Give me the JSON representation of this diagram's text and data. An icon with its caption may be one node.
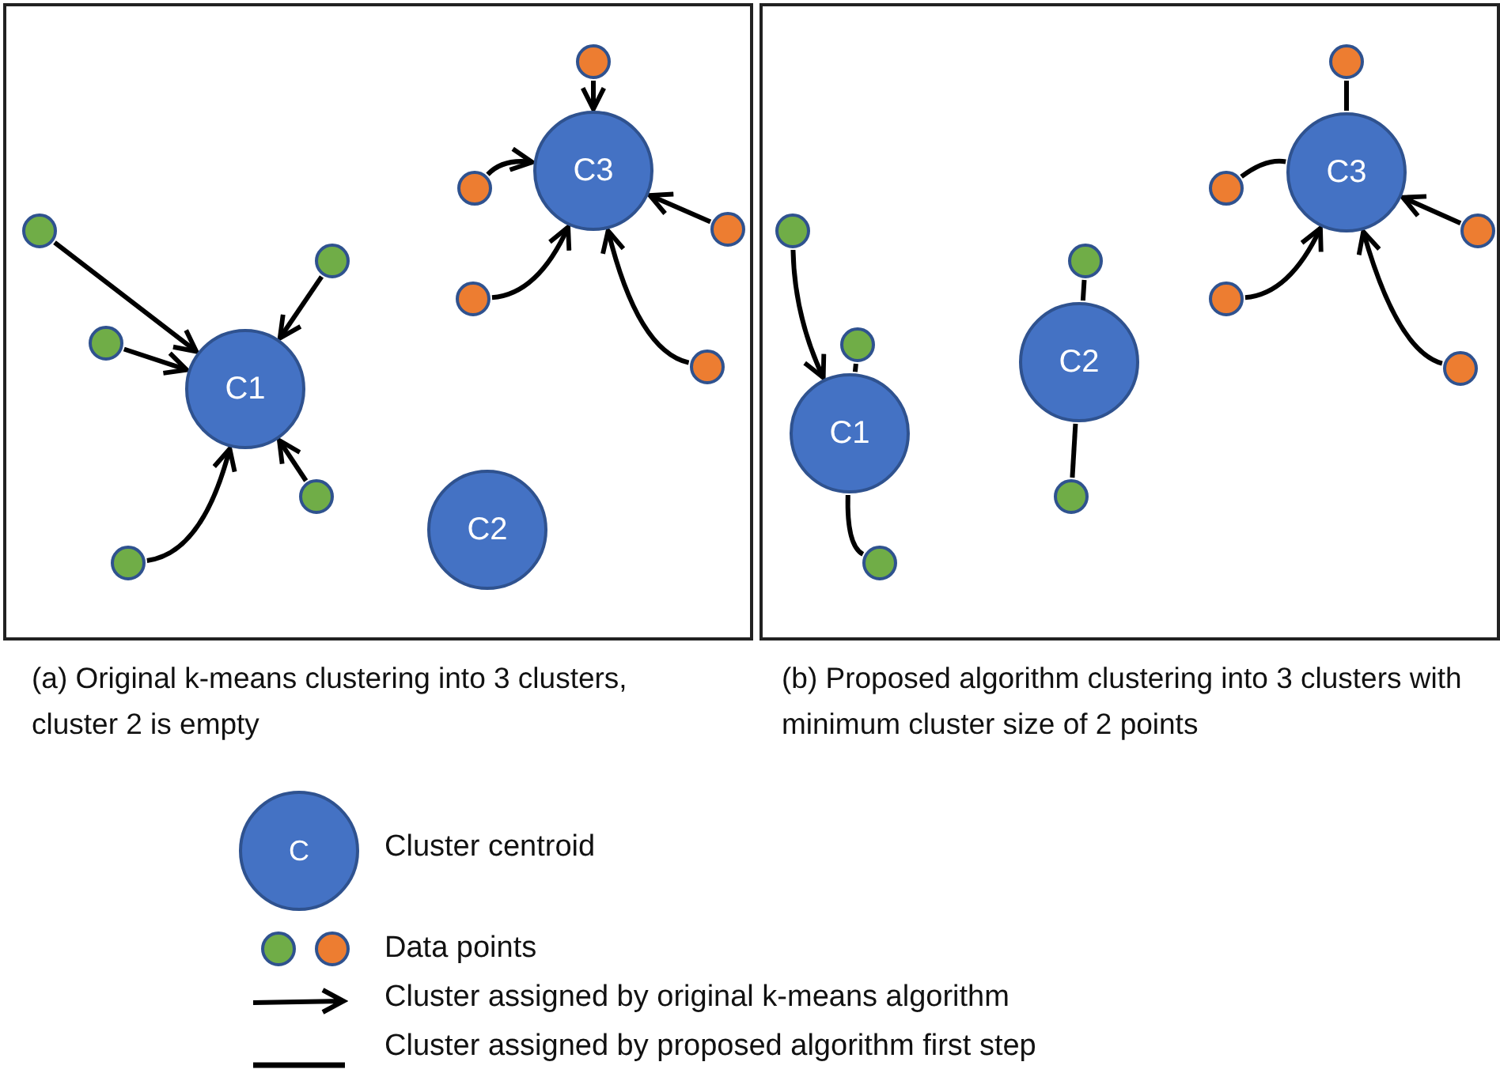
{
  "diagram": {
    "nodes": [
      {
        "text": [
          "(a) Original k-means clustering into 3 clusters, cluster 2 is empty"
        ]
      },
      {
        "text": [
          "C1"
        ],
        "in": 0
      },
      {
        "text": [
          "C2"
        ],
        "in": 0
      },
      {
        "text": [
          "C3"
        ],
        "in": 0
      },
      {
        "text": [],
        "shape": "circle",
        "in": 0
      },
      {
        "text": [],
        "shape": "circle",
        "in": 0
      },
      {
        "text": [],
        "shape": "circle",
        "in": 0
      },
      {
        "text": [],
        "shape": "circle",
        "in": 0
      },
      {
        "text": [],
        "shape": "circle",
        "in": 0
      },
      {
        "text": [],
        "shape": "circle",
        "in": 0
      },
      {
        "text": [],
        "shape": "circle",
        "in": 0
      },
      {
        "text": [],
        "shape": "circle",
        "in": 0
      },
      {
        "text": [],
        "shape": "circle",
        "in": 0
      },
      {
        "text": [],
        "shape": "circle",
        "in": 0
      },
      {
        "text": [
          "(b) Proposed algorithm clustering into 3 clusters with minimum cluster size of 2 points"
        ]
      },
      {
        "text": [
          "C1"
        ],
        "in": 14
      },
      {
        "text": [
          "C2"
        ],
        "in": 14
      },
      {
        "text": [
          "C3"
        ],
        "in": 14
      },
      {
        "text": [],
        "shape": "circle",
        "in": 14
      },
      {
        "text": [],
        "shape": "circle",
        "in": 14
      },
      {
        "text": [],
        "shape": "circle",
        "in": 14
      },
      {
        "text": [],
        "shape": "circle",
        "in": 14
      },
      {
        "text": [],
        "shape": "circle",
        "in": 14
      },
      {
        "text": [],
        "shape": "circle",
        "in": 14
      },
      {
        "text": [],
        "shape": "circle",
        "in": 14
      },
      {
        "text": [],
        "shape": "circle",
        "in": 14
      },
      {
        "text": [],
        "shape": "circle",
        "in": 14
      },
      {
        "text": [],
        "shape": "circle",
        "in": 14
      }
    ],
    "edges": [
      {
        "from": 4,
        "to": 3,
        "arrow": "to"
      },
      {
        "from": 5,
        "to": 3,
        "arrow": "to"
      },
      {
        "from": 6,
        "to": 1,
        "arrow": "to"
      },
      {
        "from": 7,
        "to": 3,
        "arrow": "to"
      },
      {
        "from": 8,
        "to": 1,
        "arrow": "to"
      },
      {
        "from": 9,
        "to": 3,
        "arrow": "to"
      },
      {
        "from": 10,
        "to": 1,
        "arrow": "to"
      },
      {
        "from": 11,
        "to": 3,
        "arrow": "to"
      },
      {
        "from": 12,
        "to": 1,
        "arrow": "to"
      },
      {
        "from": 13,
        "to": 1,
        "arrow": "to"
      },
      {
        "from": 18,
        "to": 17,
        "arrow": "none"
      },
      {
        "from": 19,
        "to": 17,
        "arrow": "none"
      },
      {
        "from": 20,
        "to": 15,
        "arrow": "to"
      },
      {
        "from": 21,
        "to": 17,
        "arrow": "to"
      },
      {
        "from": 22,
        "to": 16,
        "arrow": "none"
      },
      {
        "from": 23,
        "to": 17,
        "arrow": "to"
      },
      {
        "from": 24,
        "to": 15,
        "arrow": "none"
      },
      {
        "from": 25,
        "to": 17,
        "arrow": "to"
      },
      {
        "from": 26,
        "to": 16,
        "arrow": "none"
      },
      {
        "from": 27,
        "to": 15,
        "arrow": "none"
      }
    ],
    "labels": [
      "C"
    ],
    "legend": [
      {
        "text": "Cluster centroid"
      },
      {
        "text": "Data points"
      },
      {
        "text": "Cluster assigned by original k-means algorithm"
      },
      {
        "text": "Cluster assigned by proposed algorithm first step"
      }
    ]
  }
}
